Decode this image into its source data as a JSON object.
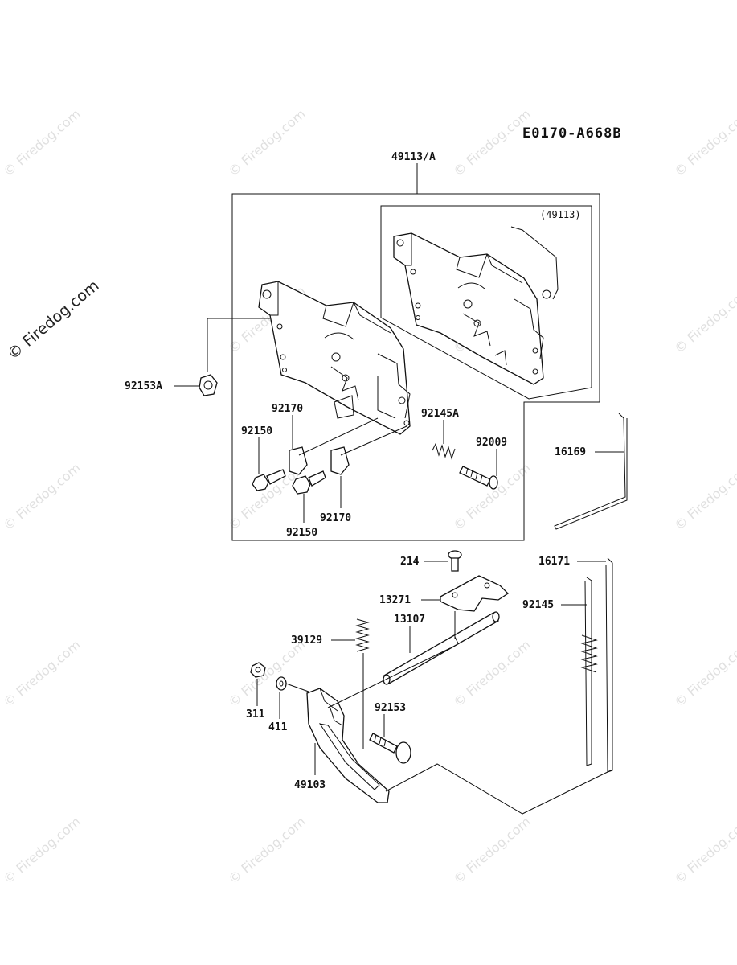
{
  "diagram": {
    "code": "E0170-A668B",
    "inset_label": "(49113)",
    "labels": {
      "p49113A": "49113/A",
      "p92153A": "92153A",
      "p92170a": "92170",
      "p92150a": "92150",
      "p92145A": "92145A",
      "p92009": "92009",
      "p92170b": "92170",
      "p92150b": "92150",
      "p16169": "16169",
      "p214": "214",
      "p13271": "13271",
      "p16171": "16171",
      "p92145": "92145",
      "p39129": "39129",
      "p13107": "13107",
      "p311": "311",
      "p411": "411",
      "p92153": "92153",
      "p49103": "49103"
    }
  },
  "watermark": {
    "text": "© Firedog.com",
    "side_text": "© Firedog.com"
  },
  "icons": {
    "bolt": "bolt-icon",
    "spring": "spring-icon",
    "bracket": "bracket-icon"
  }
}
